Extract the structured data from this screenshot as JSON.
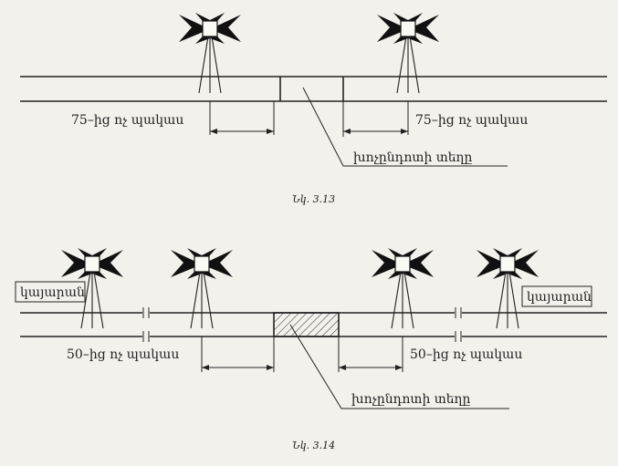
{
  "figure_a": {
    "caption": "Նկ. 3.13",
    "dist_left": "75–ից ոչ պակաս",
    "dist_right": "75–ից ոչ պակաս",
    "obstacle_label": "խոչընդոտի տեղը"
  },
  "figure_b": {
    "caption": "Նկ. 3.14",
    "dist_left": "50–ից ոչ պակաս",
    "dist_right": "50–ից ոչ պակաս",
    "obstacle_label": "խոչընդոտի տեղը",
    "station_left": "կայարան",
    "station_right": "կայարան"
  },
  "colors": {
    "ink": "#222222",
    "paper": "#f2f1ec"
  },
  "icons": [
    "signal-lamp-icon",
    "tripod-icon"
  ]
}
